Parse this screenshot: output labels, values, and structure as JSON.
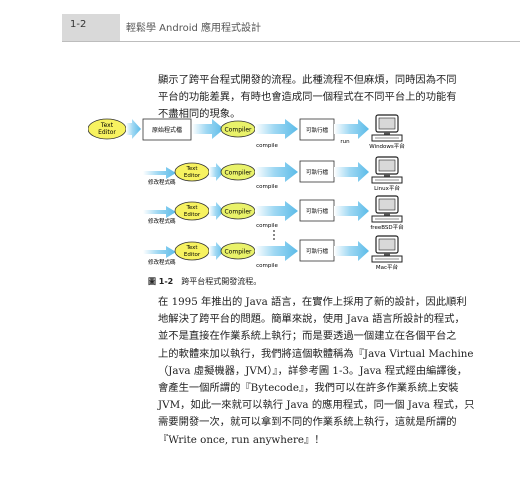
{
  "header": {
    "page_number": "1-2",
    "book_title": "輕鬆學 Android 應用程式設計"
  },
  "intro_lines": [
    "顯示了跨平台程式開發的流程。此種流程不但麻煩，同時因為不同",
    "平台的功能差異，有時也會造成同一個程式在不同平台上的功能有",
    "不盡相同的現象。"
  ],
  "figure": {
    "label": "圖 1-2",
    "caption": "跨平台程式開發流程。",
    "rows": [
      {
        "editor": "Text Editor",
        "source": "原始程式檔",
        "compiler": "Compiler",
        "compile": "compile",
        "exe": "可執行檔",
        "run": "run",
        "platform": "Windows平台"
      },
      {
        "modify": "修改程式碼",
        "editor": "Text Editor",
        "compiler": "Compiler",
        "compile": "compile",
        "exe": "可執行檔",
        "platform": "Linux平台"
      },
      {
        "modify": "修改程式碼",
        "editor": "Text Editor",
        "compiler": "Compiler",
        "compile": "compile",
        "exe": "可執行檔",
        "platform": "freeBSD平台"
      },
      {
        "modify": "修改程式碼",
        "editor": "Text Editor",
        "compiler": "Compiler",
        "compile": "compile",
        "exe": "可執行檔",
        "platform": "Mac平台"
      }
    ],
    "colors": {
      "arrow": "#6fc6ee",
      "editor_fill": "#f7f260",
      "compiler_fill": "#e9f26a",
      "box_stroke": "#333333"
    }
  },
  "body_lines": [
    "在 1995 年推出的 Java 語言，在實作上採用了新的設計，因此順利",
    "地解決了跨平台的問題。簡單來說，使用 Java 語言所設計的程式，",
    "並不是直接在作業系統上執行；而是要透過一個建立在各個平台之",
    "上的軟體來加以執行，我們將這個軟體稱為『Java Virtual Machine",
    "（Java 虛擬機器，JVM）』，詳參考圖 1-3。Java 程式經由編譯後，",
    "會產生一個所謂的『Bytecode』，我們可以在許多作業系統上安裝",
    "JVM，如此一來就可以執行 Java 的應用程式，同一個 Java 程式，只",
    "需要開發一次，就可以拿到不同的作業系統上執行，這就是所謂的",
    "『Write once, run anywhere』！"
  ]
}
